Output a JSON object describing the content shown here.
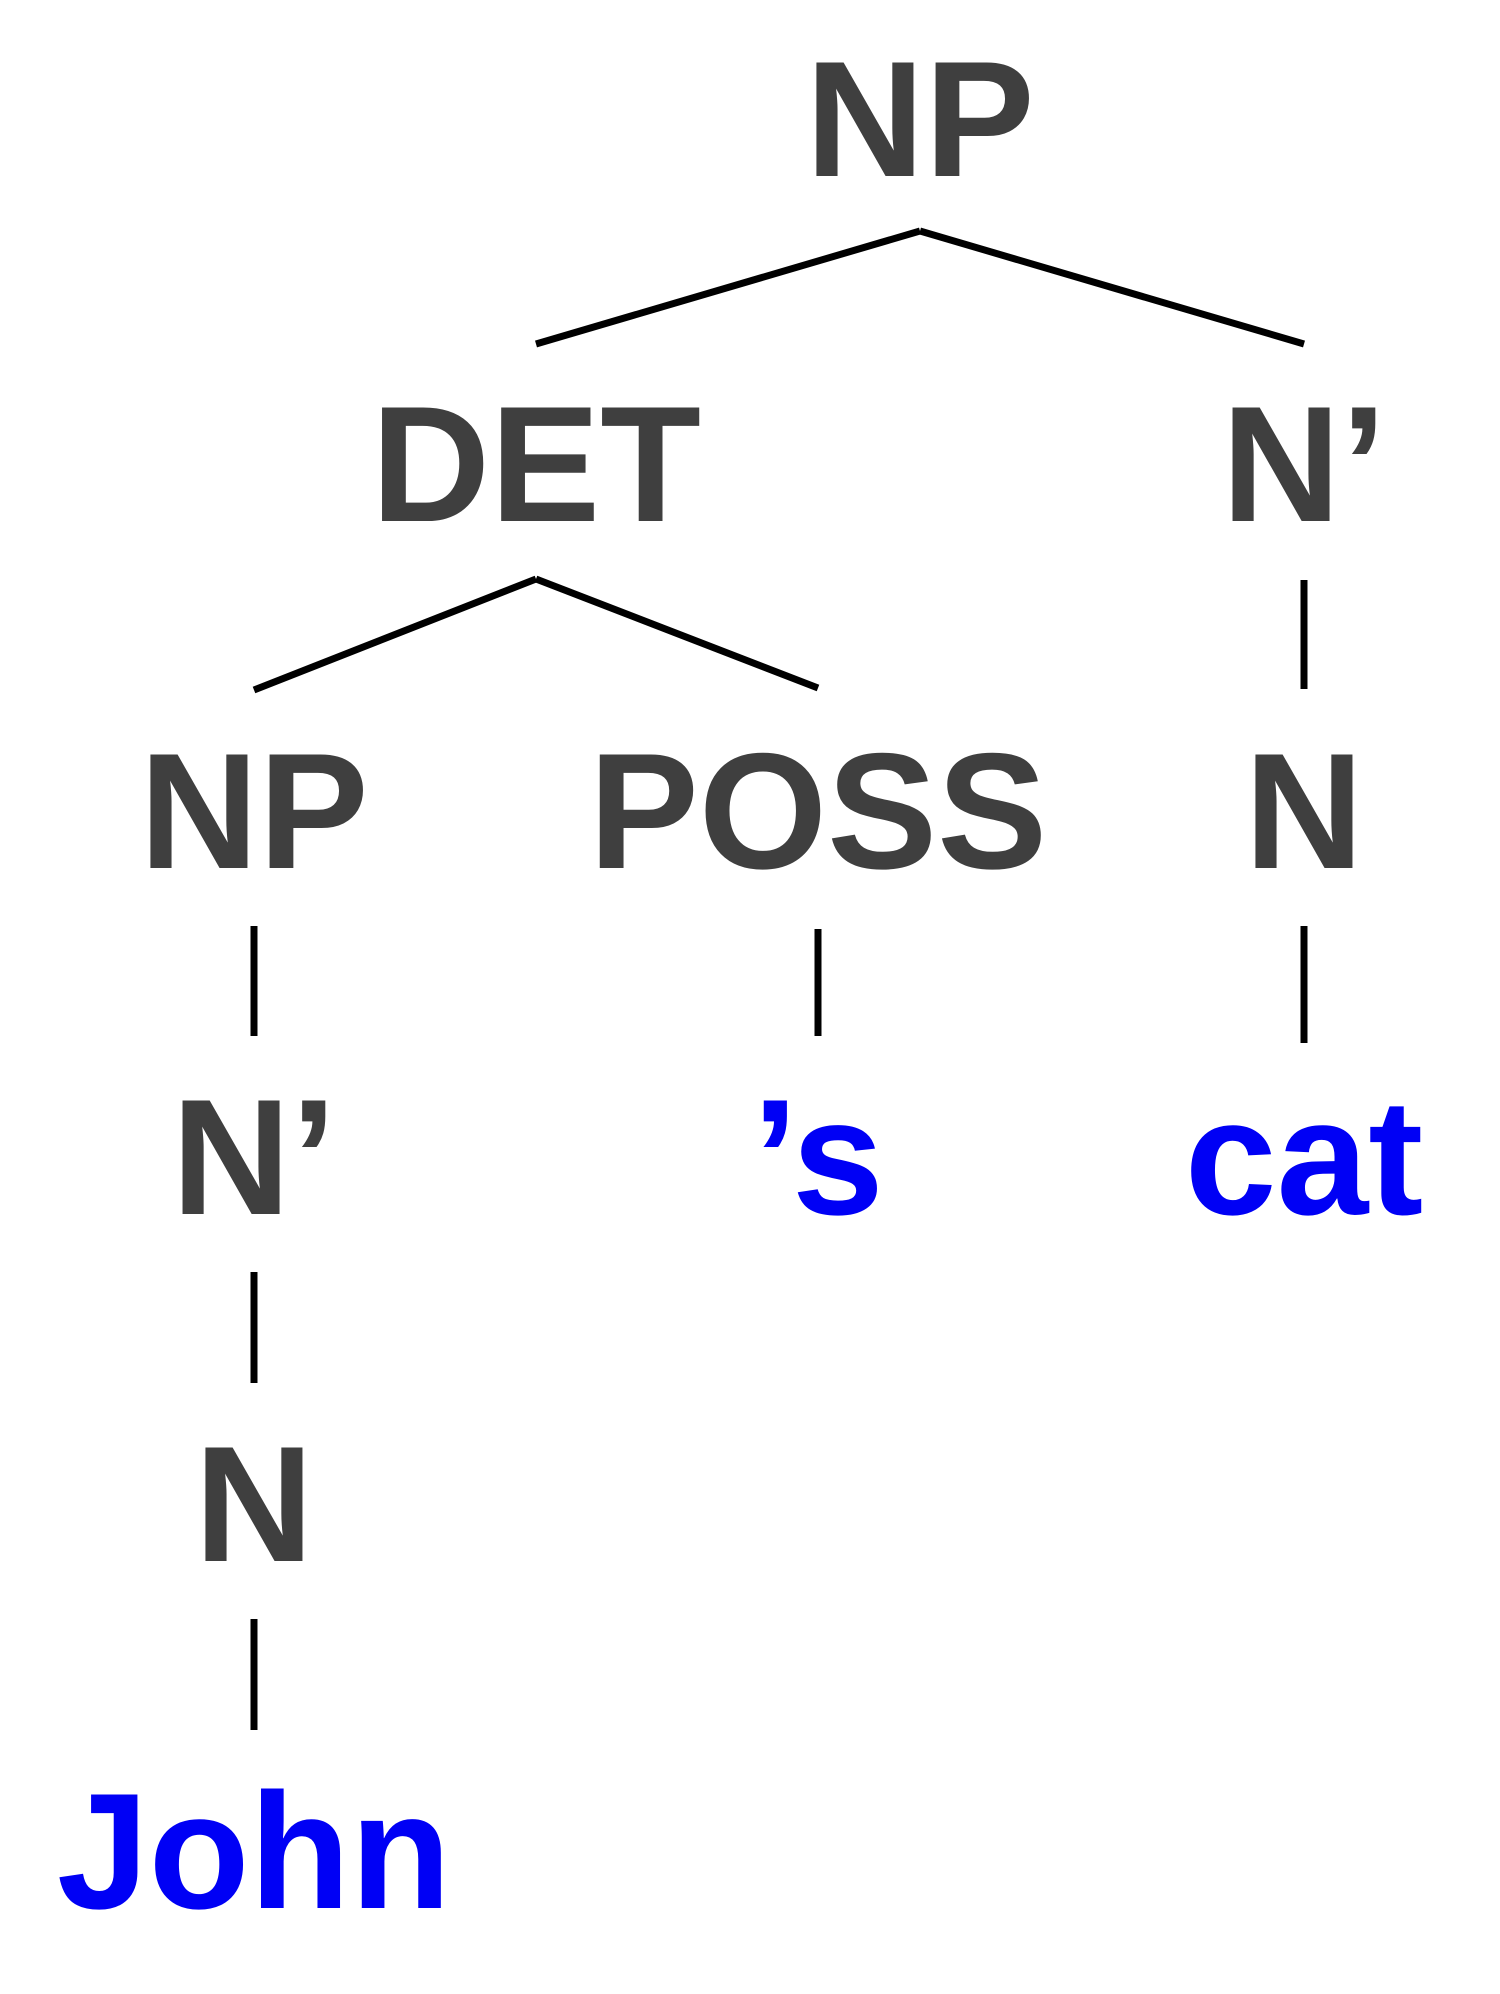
{
  "tree": {
    "root": {
      "label": "NP"
    },
    "det": {
      "label": "DET"
    },
    "root_nbar": {
      "label": "N’"
    },
    "inner_np": {
      "label": "NP"
    },
    "poss": {
      "label": "POSS"
    },
    "root_n": {
      "label": "N"
    },
    "inner_nbar": {
      "label": "N’"
    },
    "poss_word": {
      "label": "’s"
    },
    "cat_word": {
      "label": "cat"
    },
    "inner_n": {
      "label": "N"
    },
    "john_word": {
      "label": "John"
    }
  },
  "colors": {
    "node_text": "#3f3f3f",
    "word_text": "#0000f5",
    "edge": "#000000",
    "background": "#ffffff"
  }
}
